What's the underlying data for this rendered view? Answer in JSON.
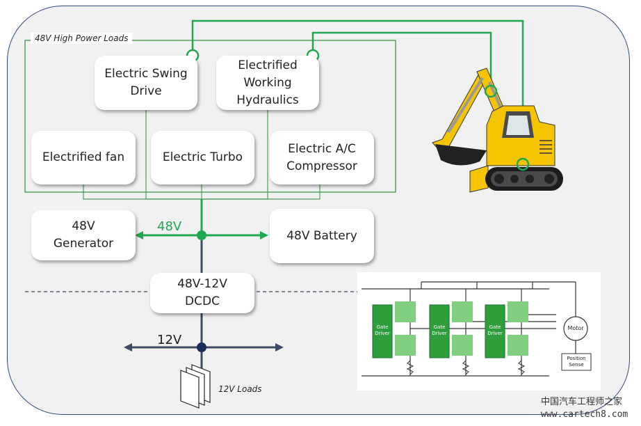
{
  "group": {
    "label": "48V High Power Loads"
  },
  "loads": [
    {
      "label": "Electric Swing\nDrive"
    },
    {
      "label": "Electrified\nWorking\nHydraulics"
    },
    {
      "label": "Electrified fan"
    },
    {
      "label": "Electric Turbo"
    },
    {
      "label": "Electric A/C\nCompressor"
    }
  ],
  "generator": {
    "label": "48V\nGenerator"
  },
  "battery": {
    "label": "48V Battery"
  },
  "dcdc": {
    "label": "48V-12V\nDCDC"
  },
  "bus48": {
    "label": "48V"
  },
  "bus12": {
    "label": "12V"
  },
  "loads12": {
    "label": "12V Loads"
  },
  "inverter": {
    "gate_driver_label": "Gate\nDriver",
    "motor_label": "Motor",
    "position_sense_label": "Position\nSense"
  },
  "watermark": {
    "line1": "中国汽车工程师之家",
    "line2": "www.cartech8.com"
  },
  "colors": {
    "bus48": "#1fa84f",
    "bus12": "#3c4b63",
    "outline": "#2e4a7a",
    "excavator": "#f5c400"
  }
}
